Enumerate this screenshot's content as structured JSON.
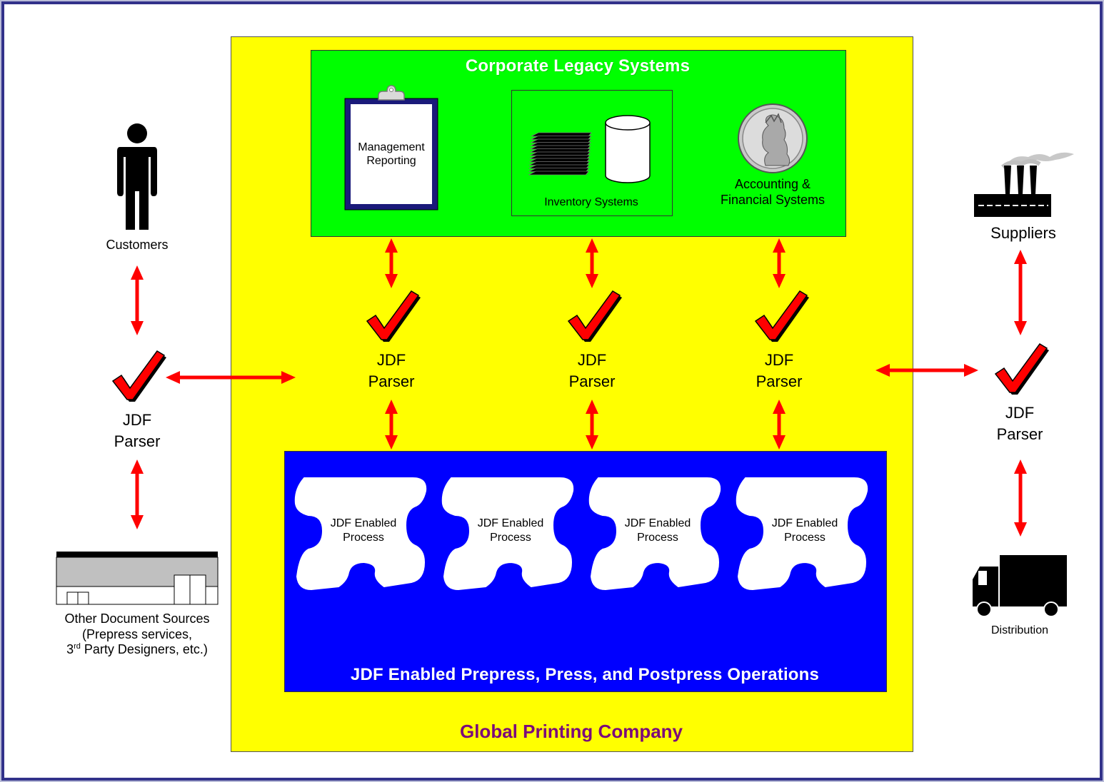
{
  "company": {
    "name": "Global Printing Company"
  },
  "legacy": {
    "title": "Corporate Legacy Systems",
    "management": [
      "Management",
      "Reporting"
    ],
    "inventory": "Inventory Systems",
    "accounting": [
      "Accounting &",
      "Financial Systems"
    ]
  },
  "operations": {
    "title": "JDF Enabled Prepress, Press, and Postpress Operations",
    "process_line1": "JDF Enabled",
    "process_line2": "Process"
  },
  "parser": {
    "line1": "JDF",
    "line2": "Parser"
  },
  "external": {
    "customers": "Customers",
    "suppliers": "Suppliers",
    "distribution": "Distribution",
    "other_sources": {
      "line1": "Other Document Sources",
      "line2": "(Prepress services,",
      "line3_num": "3",
      "line3_sup": "rd",
      "line3_rest": " Party Designers, etc.)"
    }
  },
  "colors": {
    "company_bg": "#ffff00",
    "legacy_bg": "#00ff00",
    "ops_bg": "#0000ff",
    "arrow": "#ff0000",
    "title_purple": "#7b0a7b",
    "frame": "#32328a"
  }
}
